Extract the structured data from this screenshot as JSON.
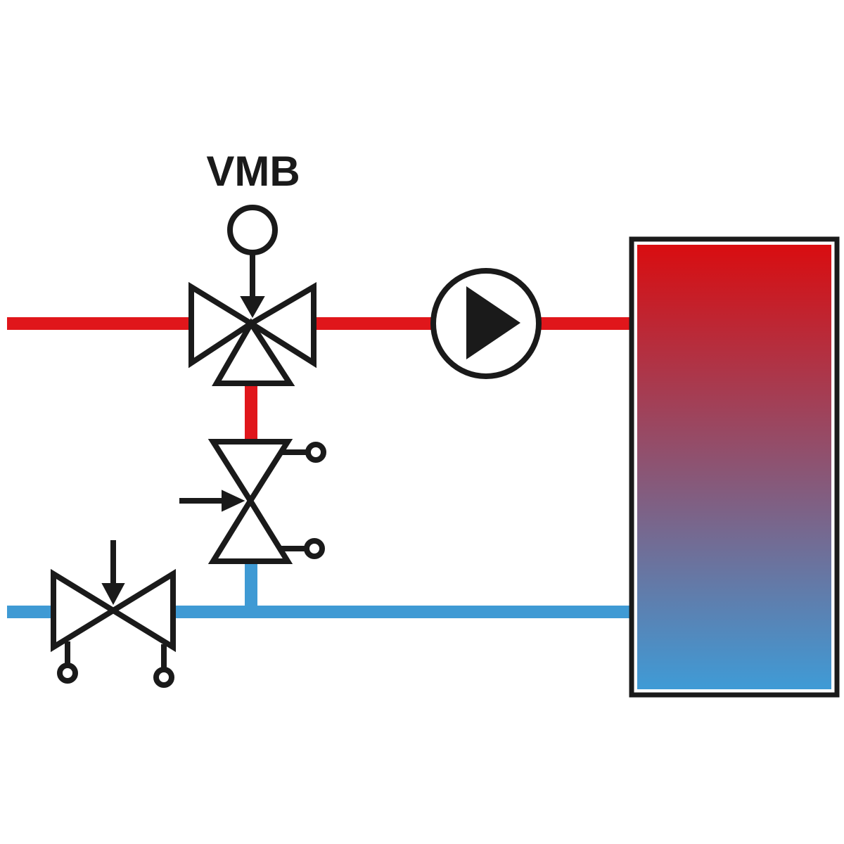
{
  "diagram": {
    "valve_label": "VMB",
    "colors": {
      "stroke": "#1a1a1a",
      "hot_pipe": "#e0161b",
      "cold_pipe": "#3f9ad4",
      "tank_top": "#d90d10",
      "tank_bottom": "#3f9bd6",
      "background": "#ffffff"
    },
    "components": [
      {
        "name": "three-way-mixing-valve",
        "icon": "three-way-valve-icon"
      },
      {
        "name": "actuator",
        "icon": "circle-actuator-icon"
      },
      {
        "name": "circulation-pump",
        "icon": "pump-icon"
      },
      {
        "name": "balancing-valve",
        "icon": "adjustable-valve-icon"
      },
      {
        "name": "shutoff-valve",
        "icon": "two-way-valve-icon"
      },
      {
        "name": "storage-tank",
        "icon": "tank-icon"
      }
    ]
  }
}
